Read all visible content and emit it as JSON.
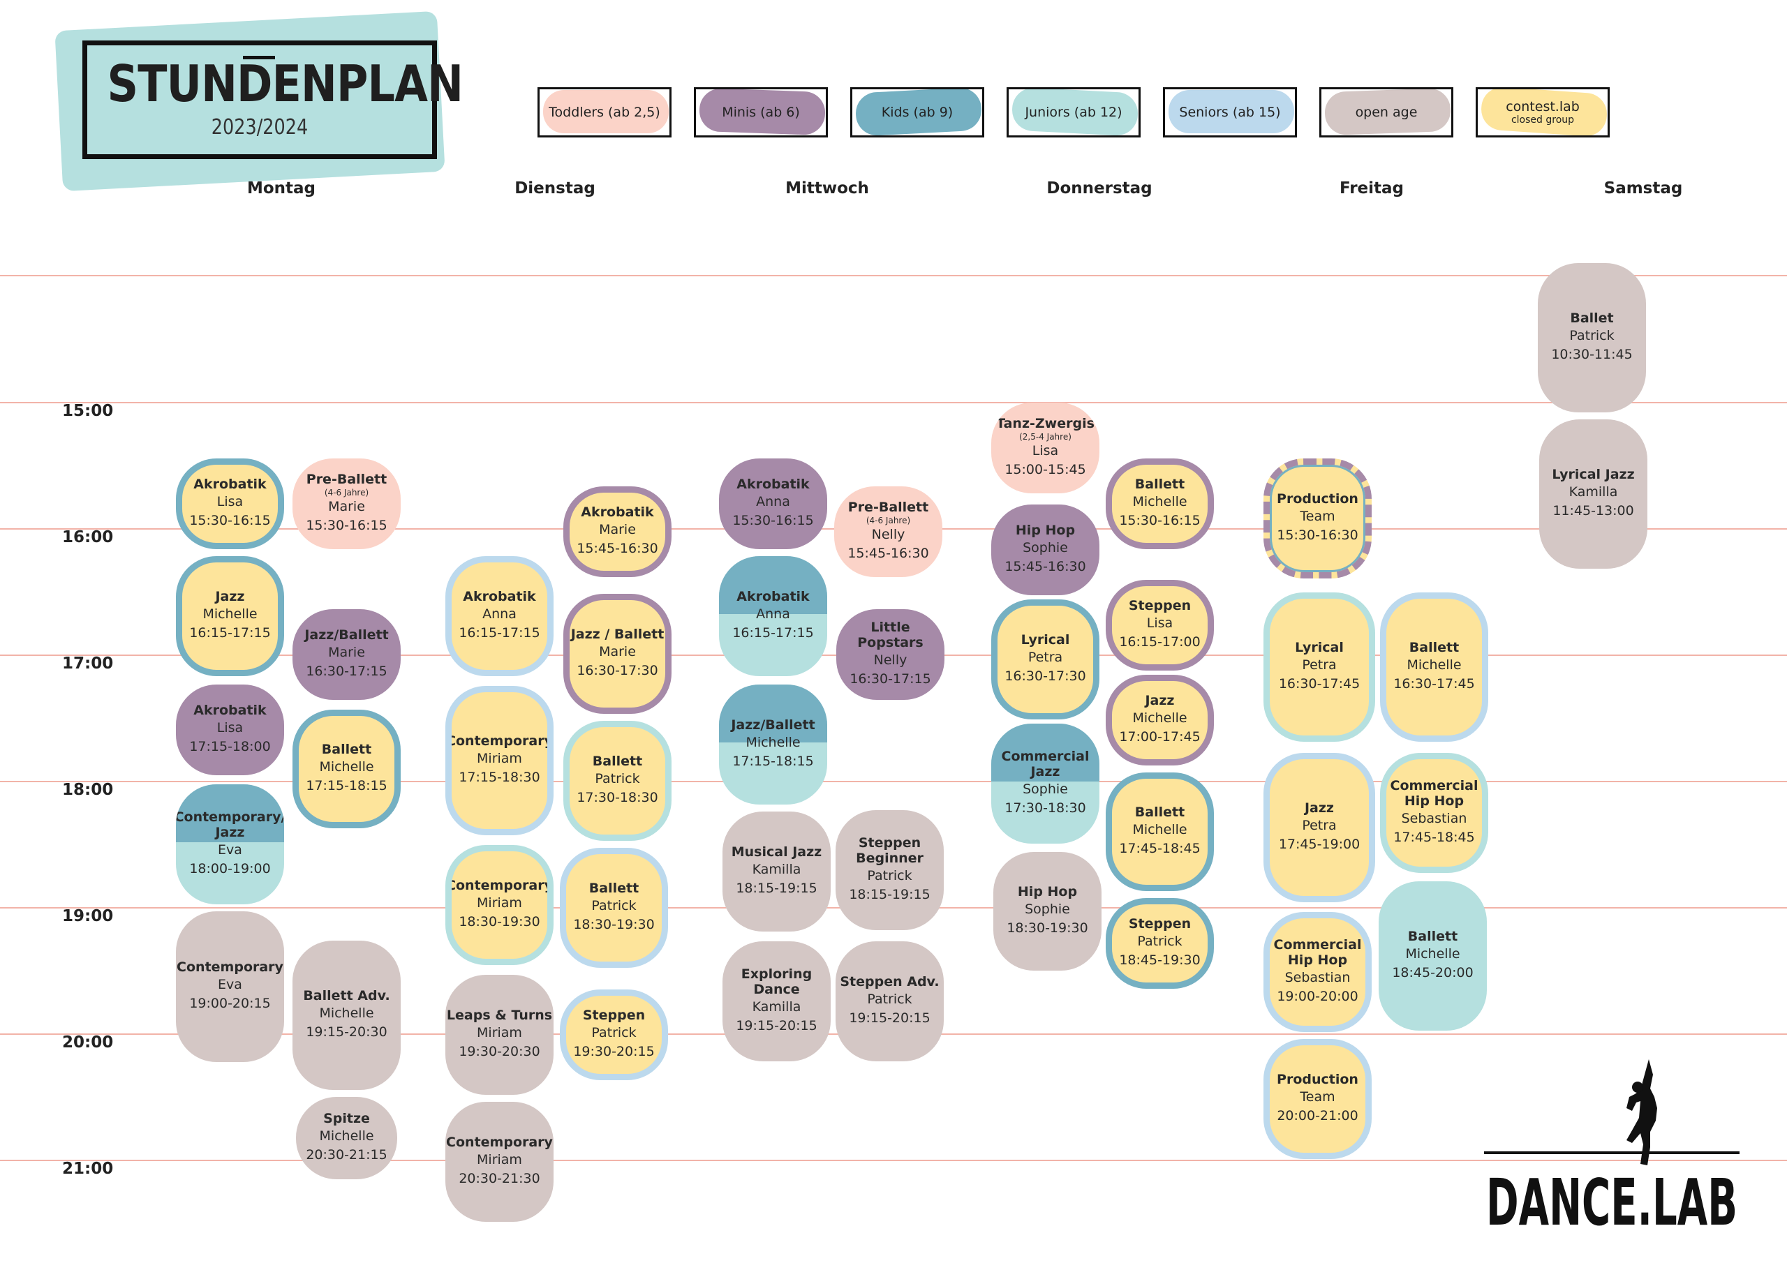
{
  "header": {
    "title": "STUNDENPLAN",
    "year": "2023/2024"
  },
  "colors": {
    "toddlers": "#fbd3c8",
    "minis": "#a68aa8",
    "kids": "#75b0c2",
    "juniors": "#b5e0df",
    "seniors": "#bcd9ed",
    "open": "#d4c7c5",
    "contest": "#fde49b",
    "grid": "#f2b3a8"
  },
  "legend": [
    {
      "label": "Toddlers (ab 2,5)",
      "sub": "",
      "color": "#fbd3c8"
    },
    {
      "label": "Minis (ab 6)",
      "sub": "",
      "color": "#a68aa8"
    },
    {
      "label": "Kids (ab 9)",
      "sub": "",
      "color": "#75b0c2"
    },
    {
      "label": "Juniors (ab 12)",
      "sub": "",
      "color": "#b5e0df"
    },
    {
      "label": "Seniors (ab 15)",
      "sub": "",
      "color": "#bcd9ed"
    },
    {
      "label": "open age",
      "sub": "",
      "color": "#d4c7c5"
    },
    {
      "label": "contest.lab",
      "sub": "closed group",
      "color": "#fde49b"
    }
  ],
  "days": [
    "Montag",
    "Dienstag",
    "Mittwoch",
    "Donnerstag",
    "Freitag",
    "Samstag"
  ],
  "times": [
    "15:00",
    "16:00",
    "17:00",
    "18:00",
    "19:00",
    "20:00",
    "21:00"
  ],
  "logo": {
    "text": "DANCE.LAB"
  },
  "classes": [
    {
      "name": "Akrobatik",
      "note": "",
      "teacher": "Lisa",
      "time": "15:30-16:15"
    },
    {
      "name": "Pre-Ballett",
      "note": "(4-6 Jahre)",
      "teacher": "Marie",
      "time": "15:30-16:15"
    },
    {
      "name": "Jazz",
      "note": "",
      "teacher": "Michelle",
      "time": "16:15-17:15"
    },
    {
      "name": "Jazz/Ballett",
      "note": "",
      "teacher": "Marie",
      "time": "16:30-17:15"
    },
    {
      "name": "Akrobatik",
      "note": "",
      "teacher": "Lisa",
      "time": "17:15-18:00"
    },
    {
      "name": "Ballett",
      "note": "",
      "teacher": "Michelle",
      "time": "17:15-18:15"
    },
    {
      "name": "Contemporary/ Jazz",
      "note": "",
      "teacher": "Eva",
      "time": "18:00-19:00"
    },
    {
      "name": "Contemporary",
      "note": "",
      "teacher": "Eva",
      "time": "19:00-20:15"
    },
    {
      "name": "Ballett Adv.",
      "note": "",
      "teacher": "Michelle",
      "time": "19:15-20:30"
    },
    {
      "name": "Spitze",
      "note": "",
      "teacher": "Michelle",
      "time": "20:30-21:15"
    },
    {
      "name": "Akrobatik",
      "note": "",
      "teacher": "Marie",
      "time": "15:45-16:30"
    },
    {
      "name": "Akrobatik",
      "note": "",
      "teacher": "Anna",
      "time": "16:15-17:15"
    },
    {
      "name": "Jazz / Ballett",
      "note": "",
      "teacher": "Marie",
      "time": "16:30-17:30"
    },
    {
      "name": "Contemporary",
      "note": "",
      "teacher": "Miriam",
      "time": "17:15-18:30"
    },
    {
      "name": "Ballett",
      "note": "",
      "teacher": "Patrick",
      "time": "17:30-18:30"
    },
    {
      "name": "Contemporary",
      "note": "",
      "teacher": "Miriam",
      "time": "18:30-19:30"
    },
    {
      "name": "Ballett",
      "note": "",
      "teacher": "Patrick",
      "time": "18:30-19:30"
    },
    {
      "name": "Leaps & Turns",
      "note": "",
      "teacher": "Miriam",
      "time": "19:30-20:30"
    },
    {
      "name": "Steppen",
      "note": "",
      "teacher": "Patrick",
      "time": "19:30-20:15"
    },
    {
      "name": "Contemporary",
      "note": "",
      "teacher": "Miriam",
      "time": "20:30-21:30"
    },
    {
      "name": "Akrobatik",
      "note": "",
      "teacher": "Anna",
      "time": "15:30-16:15"
    },
    {
      "name": "Pre-Ballett",
      "note": "(4-6 Jahre)",
      "teacher": "Nelly",
      "time": "15:45-16:30"
    },
    {
      "name": "Akrobatik",
      "note": "",
      "teacher": "Anna",
      "time": "16:15-17:15"
    },
    {
      "name": "Little Popstars",
      "note": "",
      "teacher": "Nelly",
      "time": "16:30-17:15"
    },
    {
      "name": "Jazz/Ballett",
      "note": "",
      "teacher": "Michelle",
      "time": "17:15-18:15"
    },
    {
      "name": "Musical Jazz",
      "note": "",
      "teacher": "Kamilla",
      "time": "18:15-19:15"
    },
    {
      "name": "Steppen Beginner",
      "note": "",
      "teacher": "Patrick",
      "time": "18:15-19:15"
    },
    {
      "name": "Exploring Dance",
      "note": "",
      "teacher": "Kamilla",
      "time": "19:15-20:15"
    },
    {
      "name": "Steppen Adv.",
      "note": "",
      "teacher": "Patrick",
      "time": "19:15-20:15"
    },
    {
      "name": "Tanz-Zwergis",
      "note": "(2,5-4 Jahre)",
      "teacher": "Lisa",
      "time": "15:00-15:45"
    },
    {
      "name": "Ballett",
      "note": "",
      "teacher": "Michelle",
      "time": "15:30-16:15"
    },
    {
      "name": "Hip Hop",
      "note": "",
      "teacher": "Sophie",
      "time": "15:45-16:30"
    },
    {
      "name": "Steppen",
      "note": "",
      "teacher": "Lisa",
      "time": "16:15-17:00"
    },
    {
      "name": "Lyrical",
      "note": "",
      "teacher": "Petra",
      "time": "16:30-17:30"
    },
    {
      "name": "Jazz",
      "note": "",
      "teacher": "Michelle",
      "time": "17:00-17:45"
    },
    {
      "name": "Commercial Jazz",
      "note": "",
      "teacher": "Sophie",
      "time": "17:30-18:30"
    },
    {
      "name": "Ballett",
      "note": "",
      "teacher": "Michelle",
      "time": "17:45-18:45"
    },
    {
      "name": "Hip Hop",
      "note": "",
      "teacher": "Sophie",
      "time": "18:30-19:30"
    },
    {
      "name": "Steppen",
      "note": "",
      "teacher": "Patrick",
      "time": "18:45-19:30"
    },
    {
      "name": "Production",
      "note": "",
      "teacher": "Team",
      "time": "15:30-16:30"
    },
    {
      "name": "Lyrical",
      "note": "",
      "teacher": "Petra",
      "time": "16:30-17:45"
    },
    {
      "name": "Ballett",
      "note": "",
      "teacher": "Michelle",
      "time": "16:30-17:45"
    },
    {
      "name": "Jazz",
      "note": "",
      "teacher": "Petra",
      "time": "17:45-19:00"
    },
    {
      "name": "Commercial Hip Hop",
      "note": "",
      "teacher": "Sebastian",
      "time": "17:45-18:45"
    },
    {
      "name": "Commercial Hip Hop",
      "note": "",
      "teacher": "Sebastian",
      "time": "19:00-20:00"
    },
    {
      "name": "Ballett",
      "note": "",
      "teacher": "Michelle",
      "time": "18:45-20:00"
    },
    {
      "name": "Production",
      "note": "",
      "teacher": "Team",
      "time": "20:00-21:00"
    },
    {
      "name": "Ballet",
      "note": "",
      "teacher": "Patrick",
      "time": "10:30-11:45"
    },
    {
      "name": "Lyrical Jazz",
      "note": "",
      "teacher": "Kamilla",
      "time": "11:45-13:00"
    }
  ]
}
